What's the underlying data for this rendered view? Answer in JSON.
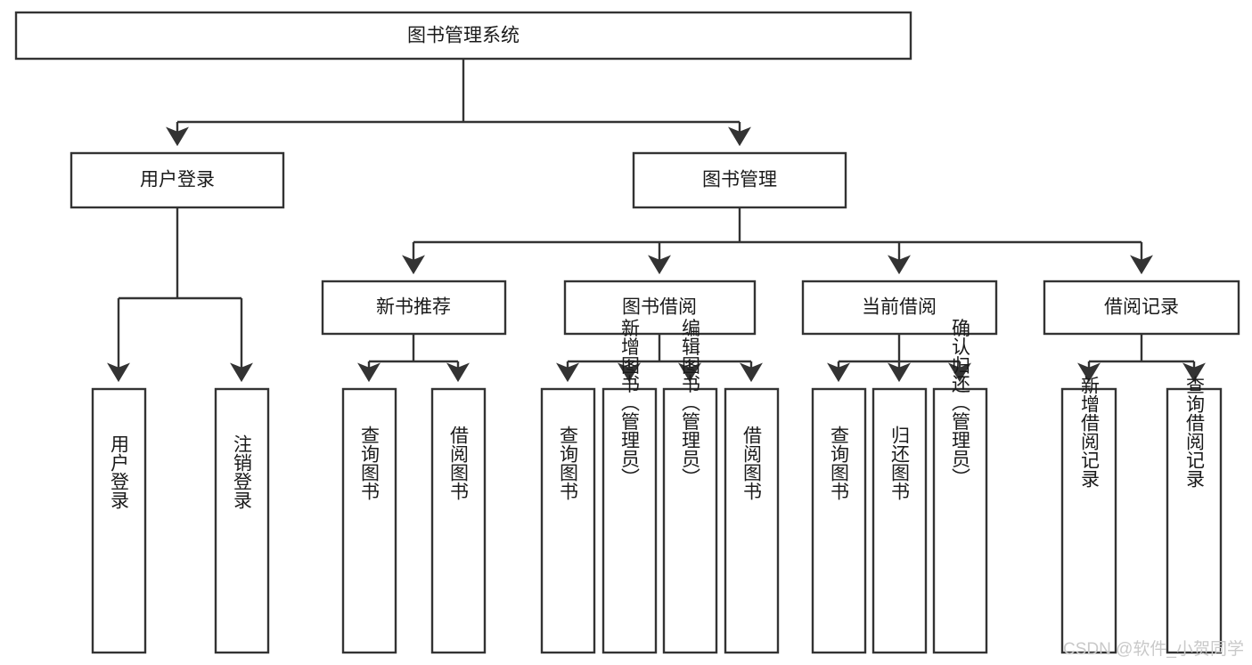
{
  "diagram": {
    "type": "tree",
    "title": "图书管理系统",
    "orientation": "top-down",
    "colors": {
      "background": "#ffffff",
      "box_fill": "#ffffff",
      "box_stroke": "#333333",
      "text": "#1a1a1a",
      "watermark": "#c9c9c9"
    },
    "levels": 4
  },
  "root": {
    "label": "图书管理系统"
  },
  "level2": [
    {
      "label": "用户登录"
    },
    {
      "label": "图书管理"
    }
  ],
  "level3": [
    {
      "label": "新书推荐"
    },
    {
      "label": "图书借阅"
    },
    {
      "label": "当前借阅"
    },
    {
      "label": "借阅记录"
    }
  ],
  "leaves": {
    "user_login": [
      {
        "label": "用户登录"
      },
      {
        "label": "注销登录"
      }
    ],
    "new_book_recommend": [
      {
        "label": "查询图书"
      },
      {
        "label": "借阅图书"
      }
    ],
    "book_borrow": [
      {
        "label": "查询图书"
      },
      {
        "label": "新增图书（管理员）"
      },
      {
        "label": "编辑图书（管理员）"
      },
      {
        "label": "借阅图书"
      }
    ],
    "current_borrow": [
      {
        "label": "查询图书"
      },
      {
        "label": "归还图书"
      },
      {
        "label": "确认归还（管理员）"
      }
    ],
    "borrow_record": [
      {
        "label": "新增借阅记录"
      },
      {
        "label": "查询借阅记录"
      }
    ]
  },
  "watermark": {
    "text": "CSDN @软件_小贺同学"
  }
}
